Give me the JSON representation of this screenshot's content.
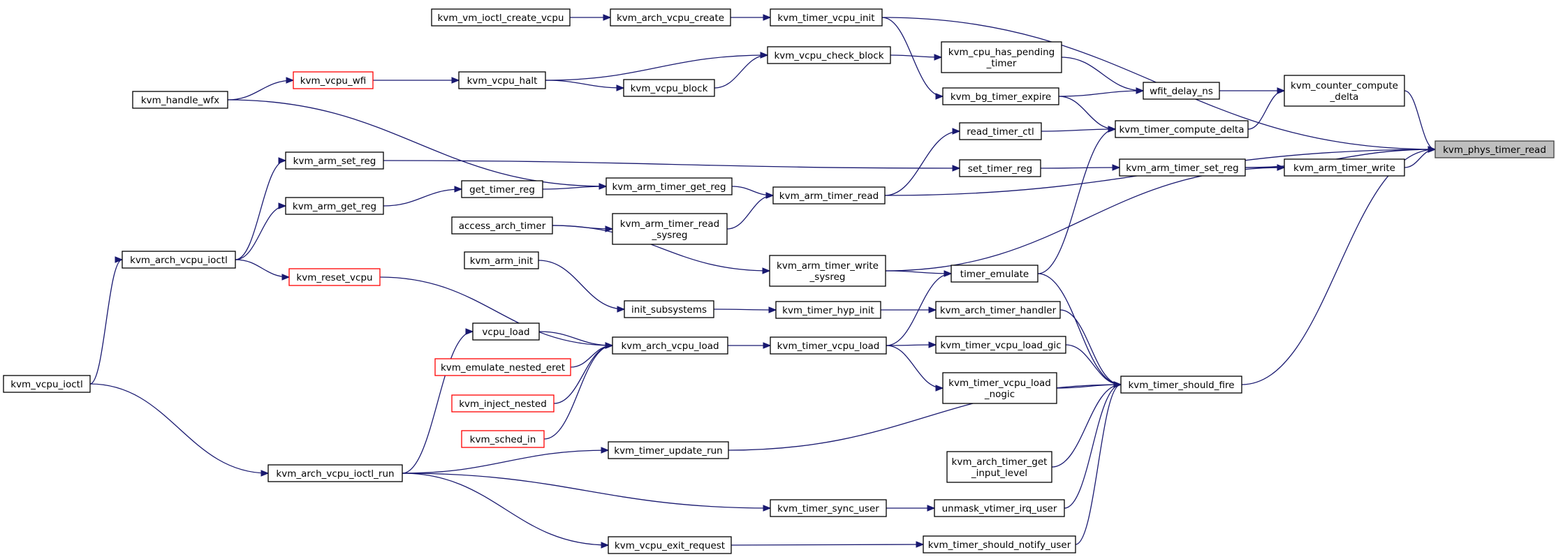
{
  "edge_color": "#191970",
  "focus_fill": "#bfbfbf",
  "red_border": "#ff0000",
  "nodes": [
    {
      "id": "kvm_phys_timer_read",
      "lines": [
        "kvm_phys_timer_read"
      ],
      "style": "focus"
    },
    {
      "id": "kvm_counter_compute_delta",
      "lines": [
        "kvm_counter_compute",
        "_delta"
      ],
      "style": "normal"
    },
    {
      "id": "kvm_arm_timer_write",
      "lines": [
        "kvm_arm_timer_write"
      ],
      "style": "normal"
    },
    {
      "id": "kvm_timer_should_fire",
      "lines": [
        "kvm_timer_should_fire"
      ],
      "style": "normal"
    },
    {
      "id": "kvm_timer_vcpu_init",
      "lines": [
        "kvm_timer_vcpu_init"
      ],
      "style": "normal"
    },
    {
      "id": "kvm_arm_timer_read",
      "lines": [
        "kvm_arm_timer_read"
      ],
      "style": "normal"
    },
    {
      "id": "wfit_delay_ns",
      "lines": [
        "wfit_delay_ns"
      ],
      "style": "normal"
    },
    {
      "id": "kvm_timer_compute_delta",
      "lines": [
        "kvm_timer_compute_delta"
      ],
      "style": "normal"
    },
    {
      "id": "kvm_arm_timer_set_reg",
      "lines": [
        "kvm_arm_timer_set_reg"
      ],
      "style": "normal"
    },
    {
      "id": "kvm_arm_timer_write_sysreg",
      "lines": [
        "kvm_arm_timer_write",
        "_sysreg"
      ],
      "style": "normal"
    },
    {
      "id": "timer_emulate",
      "lines": [
        "timer_emulate"
      ],
      "style": "normal"
    },
    {
      "id": "kvm_arch_timer_handler",
      "lines": [
        "kvm_arch_timer_handler"
      ],
      "style": "normal"
    },
    {
      "id": "kvm_timer_vcpu_load_gic",
      "lines": [
        "kvm_timer_vcpu_load_gic"
      ],
      "style": "normal"
    },
    {
      "id": "kvm_timer_vcpu_load_nogic",
      "lines": [
        "kvm_timer_vcpu_load",
        "_nogic"
      ],
      "style": "normal"
    },
    {
      "id": "kvm_arch_timer_get_input_level",
      "lines": [
        "kvm_arch_timer_get",
        "_input_level"
      ],
      "style": "normal"
    },
    {
      "id": "unmask_vtimer_irq_user",
      "lines": [
        "unmask_vtimer_irq_user"
      ],
      "style": "normal"
    },
    {
      "id": "kvm_timer_should_notify_user",
      "lines": [
        "kvm_timer_should_notify_user"
      ],
      "style": "normal"
    },
    {
      "id": "kvm_arch_vcpu_create",
      "lines": [
        "kvm_arch_vcpu_create"
      ],
      "style": "normal"
    },
    {
      "id": "kvm_vm_ioctl_create_vcpu",
      "lines": [
        "kvm_vm_ioctl_create_vcpu"
      ],
      "style": "normal"
    },
    {
      "id": "kvm_cpu_has_pending_timer",
      "lines": [
        "kvm_cpu_has_pending",
        "_timer"
      ],
      "style": "normal"
    },
    {
      "id": "kvm_bg_timer_expire",
      "lines": [
        "kvm_bg_timer_expire"
      ],
      "style": "normal"
    },
    {
      "id": "kvm_vcpu_check_block",
      "lines": [
        "kvm_vcpu_check_block"
      ],
      "style": "normal"
    },
    {
      "id": "kvm_vcpu_halt",
      "lines": [
        "kvm_vcpu_halt"
      ],
      "style": "normal"
    },
    {
      "id": "kvm_vcpu_block",
      "lines": [
        "kvm_vcpu_block"
      ],
      "style": "normal"
    },
    {
      "id": "kvm_vcpu_wfi",
      "lines": [
        "kvm_vcpu_wfi"
      ],
      "style": "red"
    },
    {
      "id": "kvm_handle_wfx",
      "lines": [
        "kvm_handle_wfx"
      ],
      "style": "normal"
    },
    {
      "id": "read_timer_ctl",
      "lines": [
        "read_timer_ctl"
      ],
      "style": "normal"
    },
    {
      "id": "set_timer_reg",
      "lines": [
        "set_timer_reg"
      ],
      "style": "normal"
    },
    {
      "id": "kvm_arm_set_reg",
      "lines": [
        "kvm_arm_set_reg"
      ],
      "style": "normal"
    },
    {
      "id": "kvm_arch_vcpu_ioctl",
      "lines": [
        "kvm_arch_vcpu_ioctl"
      ],
      "style": "normal"
    },
    {
      "id": "kvm_vcpu_ioctl",
      "lines": [
        "kvm_vcpu_ioctl"
      ],
      "style": "normal"
    },
    {
      "id": "kvm_arm_timer_get_reg",
      "lines": [
        "kvm_arm_timer_get_reg"
      ],
      "style": "normal"
    },
    {
      "id": "get_timer_reg",
      "lines": [
        "get_timer_reg"
      ],
      "style": "normal"
    },
    {
      "id": "kvm_arm_get_reg",
      "lines": [
        "kvm_arm_get_reg"
      ],
      "style": "normal"
    },
    {
      "id": "kvm_arm_timer_read_sysreg",
      "lines": [
        "kvm_arm_timer_read",
        "_sysreg"
      ],
      "style": "normal"
    },
    {
      "id": "access_arch_timer",
      "lines": [
        "access_arch_timer"
      ],
      "style": "normal"
    },
    {
      "id": "kvm_timer_vcpu_load",
      "lines": [
        "kvm_timer_vcpu_load"
      ],
      "style": "normal"
    },
    {
      "id": "kvm_arch_vcpu_load",
      "lines": [
        "kvm_arch_vcpu_load"
      ],
      "style": "normal"
    },
    {
      "id": "vcpu_load",
      "lines": [
        "vcpu_load"
      ],
      "style": "normal"
    },
    {
      "id": "kvm_arch_vcpu_ioctl_run",
      "lines": [
        "kvm_arch_vcpu_ioctl_run"
      ],
      "style": "normal"
    },
    {
      "id": "kvm_reset_vcpu",
      "lines": [
        "kvm_reset_vcpu"
      ],
      "style": "red"
    },
    {
      "id": "kvm_emulate_nested_eret",
      "lines": [
        "kvm_emulate_nested_eret"
      ],
      "style": "red"
    },
    {
      "id": "kvm_inject_nested",
      "lines": [
        "kvm_inject_nested"
      ],
      "style": "red"
    },
    {
      "id": "kvm_sched_in",
      "lines": [
        "kvm_sched_in"
      ],
      "style": "red"
    },
    {
      "id": "kvm_timer_hyp_init",
      "lines": [
        "kvm_timer_hyp_init"
      ],
      "style": "normal"
    },
    {
      "id": "init_subsystems",
      "lines": [
        "init_subsystems"
      ],
      "style": "normal"
    },
    {
      "id": "kvm_arm_init",
      "lines": [
        "kvm_arm_init"
      ],
      "style": "normal"
    },
    {
      "id": "kvm_timer_update_run",
      "lines": [
        "kvm_timer_update_run"
      ],
      "style": "normal"
    },
    {
      "id": "kvm_timer_sync_user",
      "lines": [
        "kvm_timer_sync_user"
      ],
      "style": "normal"
    },
    {
      "id": "kvm_vcpu_exit_request",
      "lines": [
        "kvm_vcpu_exit_request"
      ],
      "style": "normal"
    }
  ],
  "edges": [
    {
      "from": "kvm_phys_timer_read",
      "to": "kvm_counter_compute_delta"
    },
    {
      "from": "kvm_phys_timer_read",
      "to": "kvm_arm_timer_write"
    },
    {
      "from": "kvm_phys_timer_read",
      "to": "kvm_timer_should_fire"
    },
    {
      "from": "kvm_phys_timer_read",
      "to": "kvm_timer_vcpu_init"
    },
    {
      "from": "kvm_phys_timer_read",
      "to": "kvm_arm_timer_read"
    },
    {
      "from": "kvm_phys_timer_read",
      "to": "kvm_arm_timer_set_reg"
    },
    {
      "from": "kvm_counter_compute_delta",
      "to": "wfit_delay_ns"
    },
    {
      "from": "kvm_counter_compute_delta",
      "to": "kvm_timer_compute_delta"
    },
    {
      "from": "kvm_arm_timer_write",
      "to": "kvm_arm_timer_set_reg"
    },
    {
      "from": "kvm_arm_timer_write",
      "to": "kvm_arm_timer_write_sysreg"
    },
    {
      "from": "kvm_timer_should_fire",
      "to": "timer_emulate"
    },
    {
      "from": "kvm_timer_should_fire",
      "to": "kvm_arch_timer_handler"
    },
    {
      "from": "kvm_timer_should_fire",
      "to": "kvm_timer_vcpu_load_gic"
    },
    {
      "from": "kvm_timer_should_fire",
      "to": "kvm_timer_vcpu_load_nogic"
    },
    {
      "from": "kvm_timer_should_fire",
      "to": "kvm_arch_timer_get_input_level"
    },
    {
      "from": "kvm_timer_should_fire",
      "to": "unmask_vtimer_irq_user"
    },
    {
      "from": "kvm_timer_should_fire",
      "to": "kvm_timer_should_notify_user"
    },
    {
      "from": "kvm_timer_should_fire",
      "to": "kvm_timer_update_run"
    },
    {
      "from": "kvm_timer_vcpu_init",
      "to": "kvm_arch_vcpu_create"
    },
    {
      "from": "kvm_arch_vcpu_create",
      "to": "kvm_vm_ioctl_create_vcpu"
    },
    {
      "from": "wfit_delay_ns",
      "to": "kvm_cpu_has_pending_timer"
    },
    {
      "from": "wfit_delay_ns",
      "to": "kvm_bg_timer_expire"
    },
    {
      "from": "kvm_timer_compute_delta",
      "to": "kvm_bg_timer_expire"
    },
    {
      "from": "kvm_timer_compute_delta",
      "to": "read_timer_ctl"
    },
    {
      "from": "kvm_timer_compute_delta",
      "to": "timer_emulate"
    },
    {
      "from": "kvm_bg_timer_expire",
      "to": "kvm_timer_vcpu_init"
    },
    {
      "from": "kvm_cpu_has_pending_timer",
      "to": "kvm_vcpu_check_block"
    },
    {
      "from": "kvm_vcpu_check_block",
      "to": "kvm_vcpu_halt"
    },
    {
      "from": "kvm_vcpu_check_block",
      "to": "kvm_vcpu_block"
    },
    {
      "from": "kvm_vcpu_block",
      "to": "kvm_vcpu_halt"
    },
    {
      "from": "kvm_vcpu_halt",
      "to": "kvm_vcpu_wfi"
    },
    {
      "from": "kvm_vcpu_wfi",
      "to": "kvm_handle_wfx"
    },
    {
      "from": "read_timer_ctl",
      "to": "kvm_arm_timer_read"
    },
    {
      "from": "kvm_arm_timer_set_reg",
      "to": "set_timer_reg"
    },
    {
      "from": "set_timer_reg",
      "to": "kvm_arm_set_reg"
    },
    {
      "from": "kvm_arm_set_reg",
      "to": "kvm_arch_vcpu_ioctl"
    },
    {
      "from": "kvm_arch_vcpu_ioctl",
      "to": "kvm_vcpu_ioctl"
    },
    {
      "from": "kvm_arm_timer_read",
      "to": "kvm_arm_timer_get_reg"
    },
    {
      "from": "kvm_arm_timer_read",
      "to": "kvm_arm_timer_read_sysreg"
    },
    {
      "from": "kvm_arm_timer_get_reg",
      "to": "kvm_handle_wfx"
    },
    {
      "from": "kvm_arm_timer_get_reg",
      "to": "get_timer_reg"
    },
    {
      "from": "get_timer_reg",
      "to": "kvm_arm_get_reg"
    },
    {
      "from": "kvm_arm_get_reg",
      "to": "kvm_arch_vcpu_ioctl"
    },
    {
      "from": "kvm_arm_timer_read_sysreg",
      "to": "access_arch_timer"
    },
    {
      "from": "kvm_arm_timer_write_sysreg",
      "to": "access_arch_timer"
    },
    {
      "from": "timer_emulate",
      "to": "kvm_arm_timer_write_sysreg"
    },
    {
      "from": "timer_emulate",
      "to": "kvm_timer_vcpu_load"
    },
    {
      "from": "kvm_arch_timer_handler",
      "to": "kvm_timer_hyp_init"
    },
    {
      "from": "kvm_timer_hyp_init",
      "to": "init_subsystems"
    },
    {
      "from": "init_subsystems",
      "to": "kvm_arm_init"
    },
    {
      "from": "kvm_timer_vcpu_load_gic",
      "to": "kvm_timer_vcpu_load"
    },
    {
      "from": "kvm_timer_vcpu_load_nogic",
      "to": "kvm_timer_vcpu_load"
    },
    {
      "from": "kvm_timer_vcpu_load",
      "to": "kvm_arch_vcpu_load"
    },
    {
      "from": "kvm_arch_vcpu_load",
      "to": "kvm_reset_vcpu"
    },
    {
      "from": "kvm_arch_vcpu_load",
      "to": "vcpu_load"
    },
    {
      "from": "kvm_arch_vcpu_load",
      "to": "kvm_emulate_nested_eret"
    },
    {
      "from": "kvm_arch_vcpu_load",
      "to": "kvm_inject_nested"
    },
    {
      "from": "kvm_arch_vcpu_load",
      "to": "kvm_sched_in"
    },
    {
      "from": "kvm_reset_vcpu",
      "to": "kvm_arch_vcpu_ioctl"
    },
    {
      "from": "vcpu_load",
      "to": "kvm_arch_vcpu_ioctl_run"
    },
    {
      "from": "kvm_arch_vcpu_ioctl_run",
      "to": "kvm_vcpu_ioctl"
    },
    {
      "from": "kvm_timer_update_run",
      "to": "kvm_arch_vcpu_ioctl_run"
    },
    {
      "from": "unmask_vtimer_irq_user",
      "to": "kvm_timer_sync_user"
    },
    {
      "from": "kvm_timer_sync_user",
      "to": "kvm_arch_vcpu_ioctl_run"
    },
    {
      "from": "kvm_timer_should_notify_user",
      "to": "kvm_vcpu_exit_request"
    },
    {
      "from": "kvm_vcpu_exit_request",
      "to": "kvm_arch_vcpu_ioctl_run"
    }
  ]
}
